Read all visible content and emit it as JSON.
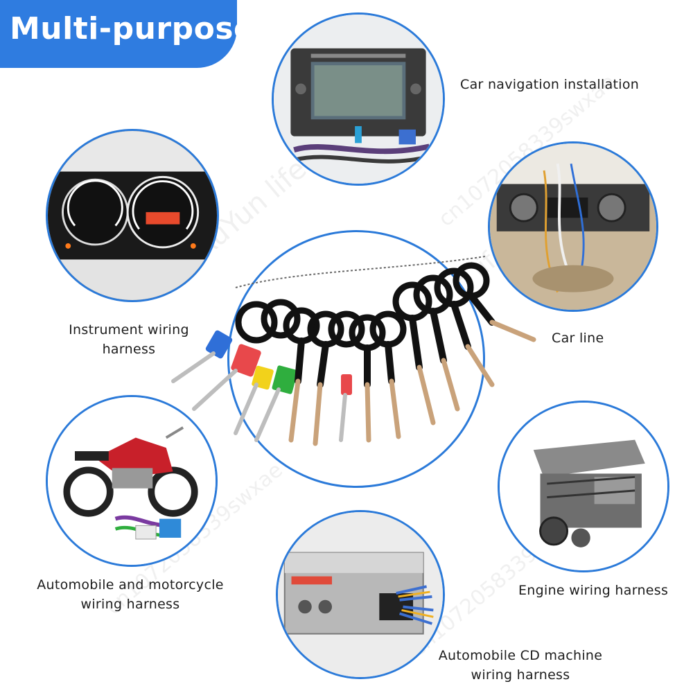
{
  "banner": {
    "title": "Multi-purpose"
  },
  "labels": {
    "car_navigation": "Car navigation installation",
    "instrument_line1": "Instrument wiring",
    "instrument_line2": "harness",
    "car_line": "Car line",
    "auto_moto_line1": "Automobile and motorcycle",
    "auto_moto_line2": "wiring harness",
    "engine": "Engine wiring harness",
    "cd_line1": "Automobile CD machine",
    "cd_line2": "wiring harness"
  },
  "watermarks": [
    "RuYun life Store",
    "cn1072058339swxae"
  ],
  "colors": {
    "accent": "#2f7ce0",
    "circle_border": "#2b7ad9",
    "tool_blue": "#2f6fd8",
    "tool_red": "#e8484b",
    "tool_yellow": "#f2d21b",
    "tool_green": "#2fae3e"
  }
}
